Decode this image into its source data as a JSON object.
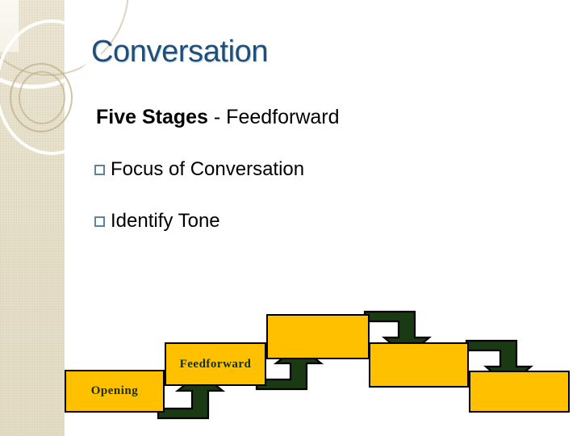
{
  "slide": {
    "title": "Conversation",
    "heading_bold": "Five Stages",
    "heading_rest": " - Feedforward",
    "bullets": [
      {
        "label": "Focus of Conversation",
        "marker": "hollow-square-bullet"
      },
      {
        "label": "Identify Tone",
        "marker": "hollow-square-bullet"
      }
    ]
  },
  "colors": {
    "title_blue": "#1F4E79",
    "bullet_marker": "#5B83A6",
    "box_fill": "#FFC000",
    "box_border": "#000000",
    "arrow_green": "#1A3A14",
    "arrow_outline": "#000000",
    "sidebar_beige": "#ece7d6",
    "body_text": "#000000"
  },
  "diagram": {
    "type": "staircase-process",
    "steps": [
      {
        "label": "Opening",
        "order": 1
      },
      {
        "label": "Feedforward",
        "order": 2
      },
      {
        "label": "",
        "order": 3
      },
      {
        "label": "",
        "order": 4
      },
      {
        "label": "",
        "order": 5
      }
    ],
    "connectors": [
      {
        "from": 1,
        "to": 2,
        "direction": "up"
      },
      {
        "from": 2,
        "to": 3,
        "direction": "up"
      },
      {
        "from": 3,
        "to": 4,
        "direction": "down"
      },
      {
        "from": 4,
        "to": 5,
        "direction": "down"
      }
    ]
  }
}
